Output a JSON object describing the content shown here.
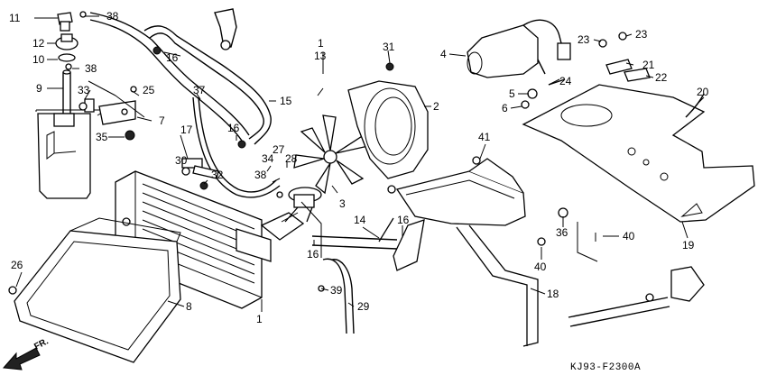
{
  "diagram": {
    "drawing_code": "KJ93-F2300A",
    "direction_label": "FR.",
    "callouts": {
      "c1a": "1",
      "c1b": "1",
      "c2": "2",
      "c3": "3",
      "c4": "4",
      "c5": "5",
      "c6": "6",
      "c7": "7",
      "c8": "8",
      "c9": "9",
      "c10": "10",
      "c11": "11",
      "c12": "12",
      "c13": "13",
      "c14": "14",
      "c15": "15",
      "c16a": "16",
      "c16b": "16",
      "c16c": "16",
      "c16d": "16",
      "c17": "17",
      "c18": "18",
      "c19": "19",
      "c20": "20",
      "c21": "21",
      "c22": "22",
      "c23a": "23",
      "c23b": "23",
      "c24": "24",
      "c25": "25",
      "c26": "26",
      "c27": "27",
      "c28": "28",
      "c29": "29",
      "c30": "30",
      "c31": "31",
      "c32": "32",
      "c33": "33",
      "c34": "34",
      "c35": "35",
      "c36": "36",
      "c37": "37",
      "c38a": "38",
      "c38b": "38",
      "c38c": "38",
      "c39": "39",
      "c40a": "40",
      "c40b": "40",
      "c41": "41"
    }
  }
}
